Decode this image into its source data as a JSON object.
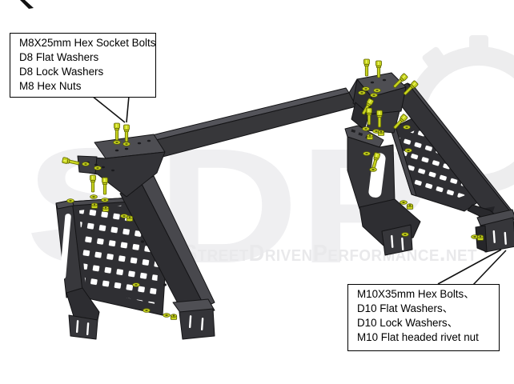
{
  "callouts": {
    "top_left": {
      "lines": [
        "M8X25mm Hex Socket Bolts",
        "D8 Flat Washers",
        "D8 Lock Washers",
        "M8 Hex Nuts"
      ]
    },
    "bottom_right": {
      "lines": [
        "M10X35mm Hex Bolts、",
        "D10 Flat Washers、",
        "D10 Lock Washers、",
        "M10 Flat headed rivet nut"
      ]
    }
  },
  "watermark": {
    "logo_text": "SDP",
    "site_text": "StreetDrivenPerformance.net"
  },
  "colors": {
    "background": "#ffffff",
    "metal_dark": "#2e2e31",
    "metal_mid": "#343438",
    "metal_light": "#4d4d52",
    "hardware_yellow": "#c7d31e",
    "hardware_outline": "#5d6300",
    "callout_border": "#000000",
    "watermark_gray": "#ededee"
  }
}
